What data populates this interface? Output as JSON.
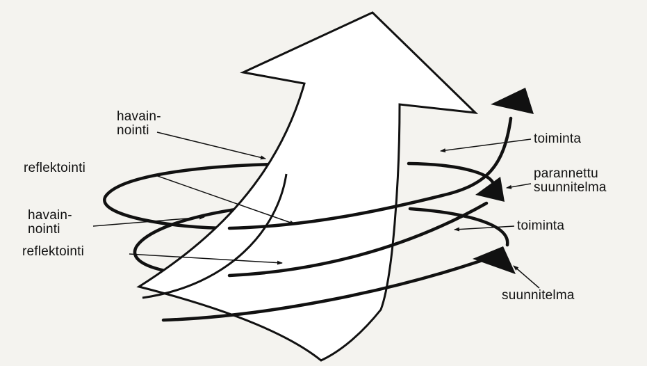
{
  "labels": {
    "havainnointi_1": {
      "line1": "havain-",
      "line2": "nointi"
    },
    "reflektointi_1": "reflektointi",
    "havainnointi_2": {
      "line1": "havain-",
      "line2": "nointi"
    },
    "reflektointi_2": "reflektointi",
    "toiminta_1": "toiminta",
    "parannettu_suunnitelma": {
      "line1": "parannettu",
      "line2": "suunnitelma"
    },
    "toiminta_2": "toiminta",
    "suunnitelma": "suunnitelma"
  },
  "colors": {
    "background": "#f4f3ef",
    "stroke": "#111111",
    "arrow_fill": "#ffffff"
  }
}
